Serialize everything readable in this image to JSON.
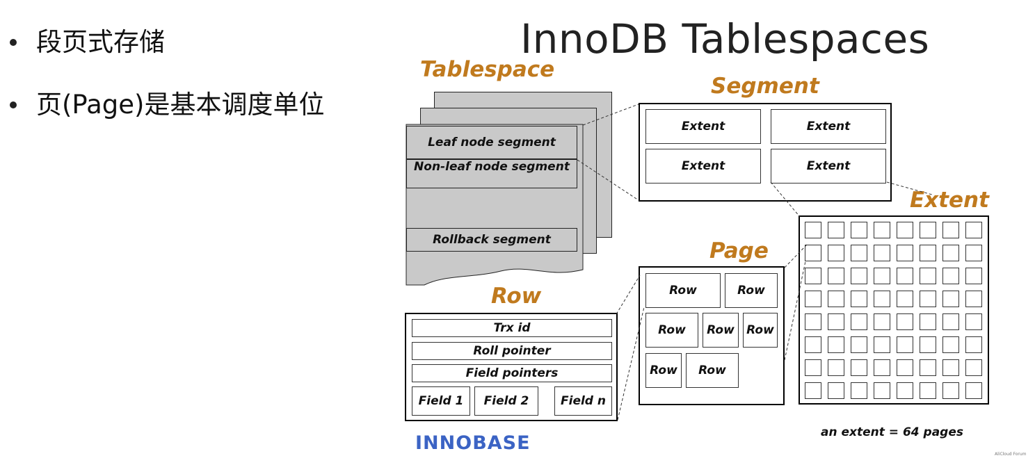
{
  "bullets": [
    "段页式存储",
    "页(Page)是基本调度单位"
  ],
  "diagram": {
    "title": "InnoDB Tablespaces",
    "tablespace": {
      "label": "Tablespace",
      "segments": [
        "Leaf node segment",
        "Non-leaf node segment",
        "Rollback segment"
      ]
    },
    "segment": {
      "label": "Segment",
      "extents": [
        "Extent",
        "Extent",
        "Extent",
        "Extent"
      ]
    },
    "extent": {
      "label": "Extent",
      "grid_rows": 8,
      "grid_cols": 8,
      "note": "an extent = 64 pages"
    },
    "page": {
      "label": "Page",
      "rows": [
        "Row",
        "Row",
        "Row",
        "Row",
        "Row",
        "Row",
        "Row"
      ]
    },
    "row": {
      "label": "Row",
      "fields": [
        "Trx id",
        "Roll pointer",
        "Field pointers"
      ],
      "cells": [
        "Field 1",
        "Field 2",
        "Field n"
      ]
    }
  },
  "footer": {
    "logo": "INNOBASE",
    "credit": "AliCloud Forum"
  },
  "colors": {
    "label_orange": "#c07a1e",
    "logo_blue": "#3b63c4",
    "strip_gray": "#c9c9c9"
  }
}
